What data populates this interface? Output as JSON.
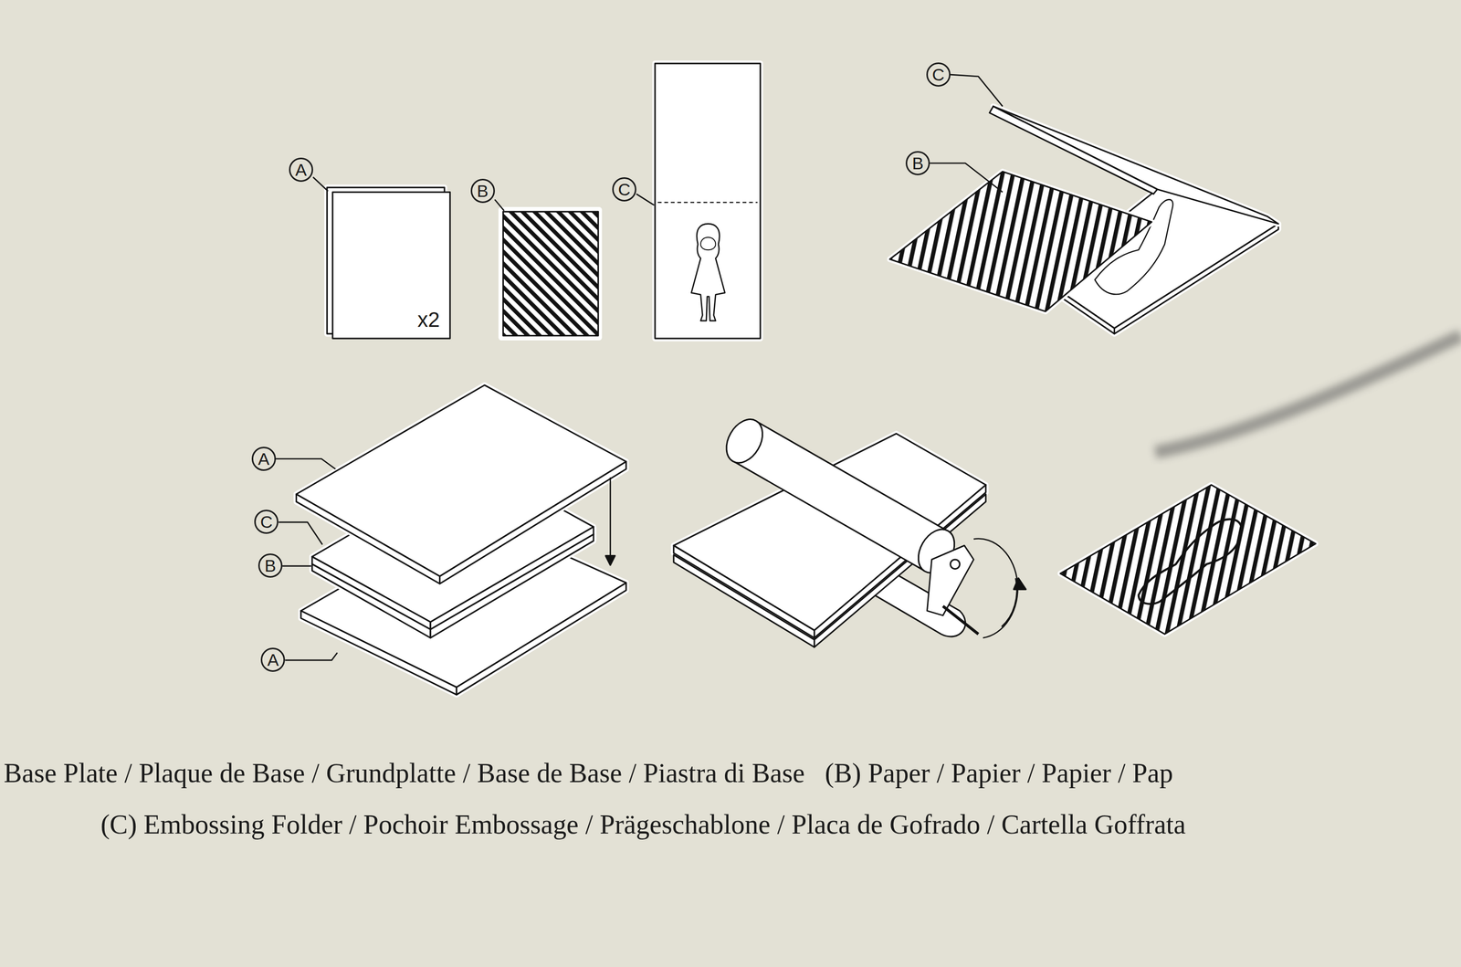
{
  "diagram": {
    "nodes": [
      {
        "text": [
          "A"
        ]
      },
      {
        "text": [
          "B"
        ]
      },
      {
        "text": [
          "C"
        ]
      },
      {
        "text": [
          "C"
        ]
      },
      {
        "text": [
          "B"
        ]
      },
      {
        "text": [
          "A"
        ]
      },
      {
        "text": [
          "C"
        ]
      },
      {
        "text": [
          "B"
        ]
      },
      {
        "text": [
          "A"
        ]
      }
    ],
    "labels": [
      "x2",
      "Base Plate / Plaque de Base / Grundplatte / Base de Base / Piastra di Base",
      "(B) Paper / Papier / Papier / Pap",
      "(C) Embossing Folder / Pochoir Embossage / Prägeschablone / Placa de Gofrado / Cartella Goffrata"
    ]
  }
}
